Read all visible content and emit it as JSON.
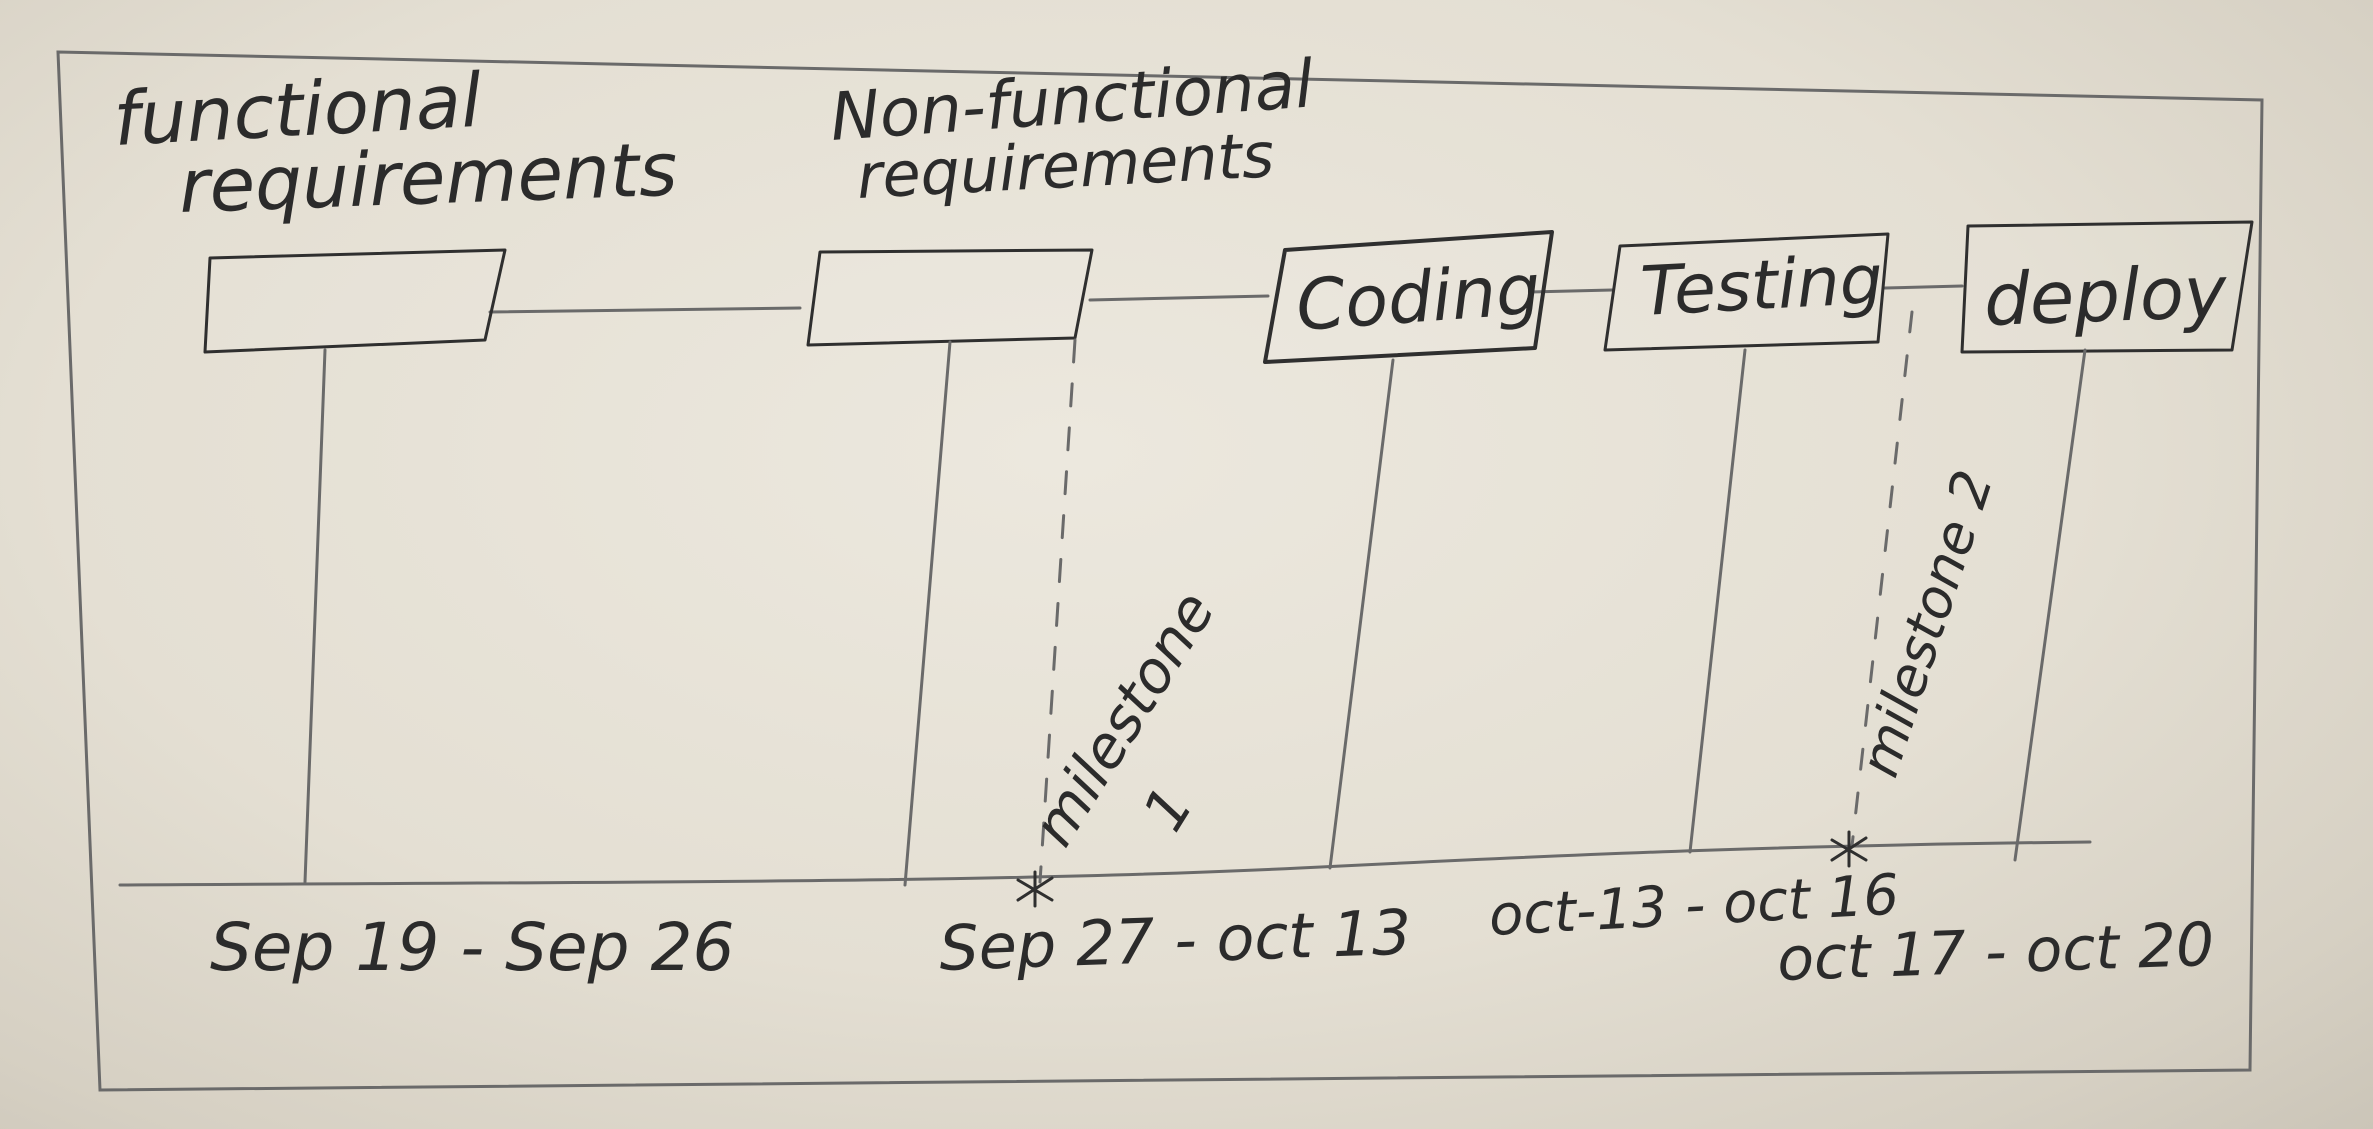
{
  "diagram": {
    "phases": [
      {
        "label_line1": "functional",
        "label_line2": "requirements",
        "box_text": ""
      },
      {
        "label_line1": "Non-functional",
        "label_line2": "requirements",
        "box_text": ""
      },
      {
        "label_line1": "",
        "label_line2": "",
        "box_text": "Coding"
      },
      {
        "label_line1": "",
        "label_line2": "",
        "box_text": "Testing"
      },
      {
        "label_line1": "",
        "label_line2": "",
        "box_text": "deploy"
      }
    ],
    "dates": [
      "Sep 19 - Sep 26",
      "Sep 27 - oct 13",
      "oct-13 - oct 16",
      "oct 17 - oct 20"
    ],
    "milestones": [
      {
        "label_line1": "milestone",
        "label_line2": "1"
      },
      {
        "label_line1": "milestone 2",
        "label_line2": ""
      }
    ]
  }
}
